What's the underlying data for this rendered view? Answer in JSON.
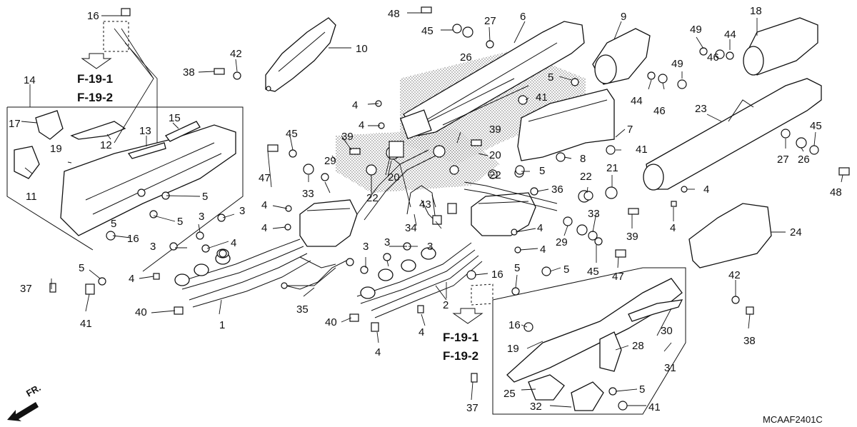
{
  "labels": {
    "l1": "1",
    "l2": "2",
    "l3a": "3",
    "l3b": "3",
    "l3c": "3",
    "l3d": "3",
    "l3e": "3",
    "l3f": "3",
    "l4a": "4",
    "l4b": "4",
    "l4c": "4",
    "l4d": "4",
    "l4e": "4",
    "l4f": "4",
    "l4g": "4",
    "l4h": "4",
    "l4i": "4",
    "l4j": "4",
    "l4k": "4",
    "l4l": "4",
    "l5a": "5",
    "l5b": "5",
    "l5c": "5",
    "l5d": "5",
    "l5e": "5",
    "l5f": "5",
    "l5g": "5",
    "l5h": "5",
    "l5i": "5",
    "l6": "6",
    "l7": "7",
    "l8": "8",
    "l9": "9",
    "l10": "10",
    "l11": "11",
    "l12": "12",
    "l13": "13",
    "l14": "14",
    "l15": "15",
    "l16a": "16",
    "l16b": "16",
    "l16c": "16",
    "l16d": "16",
    "l17": "17",
    "l18": "18",
    "l19a": "19",
    "l19b": "19",
    "l20a": "20",
    "l20b": "20",
    "l21": "21",
    "l22a": "22",
    "l22b": "22",
    "l22c": "22",
    "l23": "23",
    "l24": "24",
    "l25": "25",
    "l26a": "26",
    "l26b": "26",
    "l27a": "27",
    "l27b": "27",
    "l28": "28",
    "l29a": "29",
    "l29b": "29",
    "l30": "30",
    "l31": "31",
    "l32": "32",
    "l33a": "33",
    "l33b": "33",
    "l34": "34",
    "l35": "35",
    "l36": "36",
    "l37a": "37",
    "l37b": "37",
    "l38a": "38",
    "l38b": "38",
    "l39a": "39",
    "l39b": "39",
    "l39c": "39",
    "l40a": "40",
    "l40b": "40",
    "l41a": "41",
    "l41b": "41",
    "l41c": "41",
    "l41d": "41",
    "l42a": "42",
    "l42b": "42",
    "l43": "43",
    "l44a": "44",
    "l44b": "44",
    "l45a": "45",
    "l45b": "45",
    "l45c": "45",
    "l45d": "45",
    "l46a": "46",
    "l46b": "46",
    "l47a": "47",
    "l47b": "47",
    "l48a": "48",
    "l48b": "48",
    "l49a": "49",
    "l49b": "49"
  },
  "refs": {
    "top_1": "F-19-1",
    "top_2": "F-19-2",
    "bottom_1": "F-19-1",
    "bottom_2": "F-19-2"
  },
  "direction": {
    "front": "FR."
  },
  "diagram_code": "MCAAF2401C"
}
